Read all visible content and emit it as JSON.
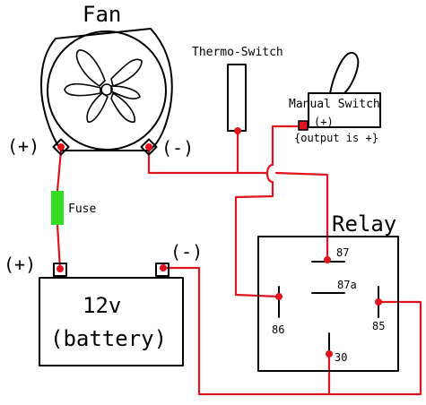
{
  "labels": {
    "fan": "Fan",
    "thermo_switch": "Thermo-Switch",
    "manual_switch": "Manual Switch",
    "manual_switch_plus": "(+)",
    "manual_switch_output": "{output is +}",
    "relay": "Relay",
    "fuse": "Fuse",
    "fan_plus": "(+)",
    "fan_minus": "(-)",
    "battery_plus": "(+)",
    "battery_minus": "(-)",
    "battery_voltage": "12v",
    "battery_name": "(battery)",
    "pin_87": "87",
    "pin_87a": "87a",
    "pin_86": "86",
    "pin_85": "85",
    "pin_30": "30"
  },
  "colors": {
    "wire": "#e0141e",
    "fuse": "#33dd22",
    "ink": "#000000"
  }
}
